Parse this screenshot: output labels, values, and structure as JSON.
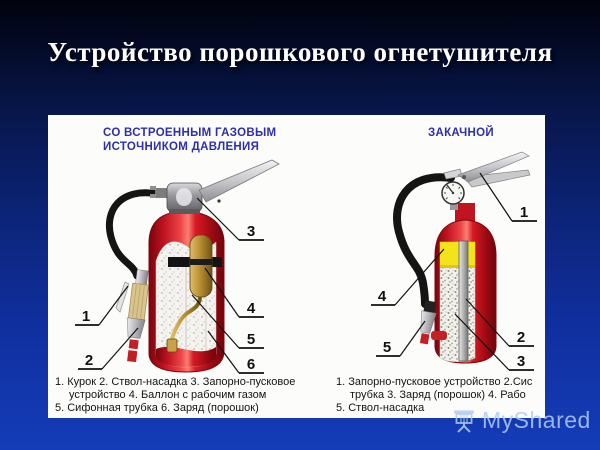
{
  "slide": {
    "title": "Устройство порошкового огнетушителя",
    "watermark": "MyShared"
  },
  "left_diagram": {
    "header_line1": "СО ВСТРОЕННЫМ ГАЗОВЫМ",
    "header_line2": "ИСТОЧНИКОМ ДАВЛЕНИЯ",
    "labels": [
      "1",
      "2",
      "3",
      "4",
      "5",
      "6"
    ],
    "caption_line1": "1. Курок  2. Ствол-насадка   3. Запорно-пусковое",
    "caption_line2": "устройство  4. Баллон с рабочим газом",
    "caption_line3": "5. Сифонная трубка  6.  Заряд (порошок)"
  },
  "right_diagram": {
    "header": "ЗАКАЧНОЙ",
    "labels": [
      "1",
      "2",
      "3",
      "4",
      "5"
    ],
    "caption_line1": "1. Запорно-пусковое устройство 2.Сис",
    "caption_line2": "трубка  3. Заряд (порошок)  4. Рабо",
    "caption_line3": "5. Ствол-насадка"
  },
  "colors": {
    "header_blue": "#2d2fae",
    "extinguisher_red": "#d01622",
    "gas_yellow": "#f2e31a",
    "background_bottom_blue": "#143cb8",
    "panel_white": "#fcfcfa"
  }
}
